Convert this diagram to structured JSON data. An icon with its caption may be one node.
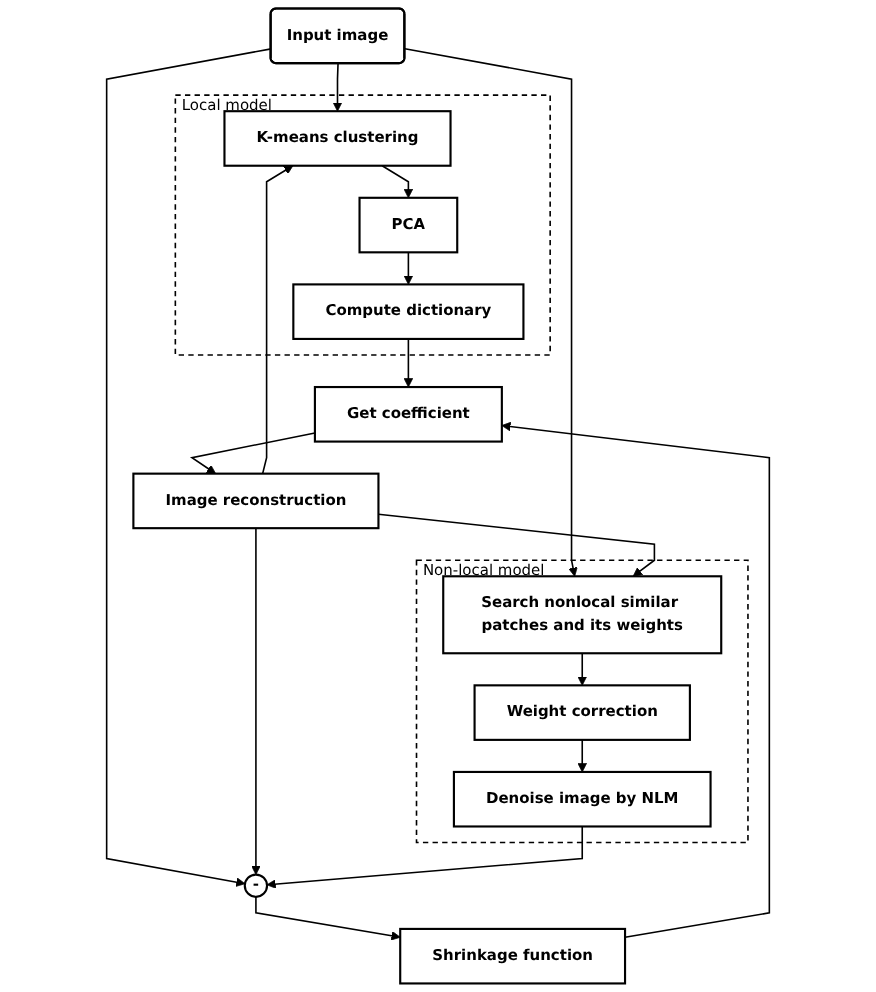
{
  "diagram": {
    "nodes": [
      {
        "text": [
          "Input image"
        ]
      },
      {
        "text": [
          "Local model"
        ]
      },
      {
        "text": [
          "K-means clustering"
        ],
        "in": 1
      },
      {
        "text": [
          "PCA"
        ],
        "in": 1
      },
      {
        "text": [
          "Compute dictionary"
        ],
        "in": 1
      },
      {
        "text": [
          "Non-local model"
        ]
      },
      {
        "text": [
          "Search nonlocal similar patches and its weights"
        ],
        "in": 5
      },
      {
        "text": [
          "Weight correction"
        ],
        "in": 5
      },
      {
        "text": [
          "Denoise image by NLM"
        ],
        "in": 5
      },
      {
        "text": [
          "-"
        ]
      },
      {
        "text": [
          "Get coefficient"
        ]
      },
      {
        "text": [
          "Shrinkage function"
        ]
      },
      {
        "text": [
          "Image reconstruction"
        ]
      }
    ],
    "edges": [
      {
        "from": 0,
        "to": 2,
        "arrow": "to"
      },
      {
        "from": 0,
        "to": 6,
        "arrow": "to"
      },
      {
        "from": 0,
        "to": 9,
        "arrow": "to"
      },
      {
        "from": 12,
        "to": 2,
        "arrow": "to"
      },
      {
        "from": 12,
        "to": 6,
        "arrow": "to"
      },
      {
        "from": 12,
        "to": 9,
        "arrow": "to"
      },
      {
        "from": 2,
        "to": 3,
        "arrow": "to"
      },
      {
        "from": 3,
        "to": 4,
        "arrow": "to"
      },
      {
        "from": 4,
        "to": 10,
        "arrow": "to"
      },
      {
        "from": 6,
        "to": 7,
        "arrow": "to"
      },
      {
        "from": 7,
        "to": 8,
        "arrow": "to"
      },
      {
        "from": 8,
        "to": 9,
        "arrow": "to"
      },
      {
        "from": 9,
        "to": 11,
        "arrow": "to"
      },
      {
        "from": 11,
        "to": 10,
        "arrow": "to"
      },
      {
        "from": 10,
        "to": 12,
        "arrow": "to"
      }
    ]
  }
}
